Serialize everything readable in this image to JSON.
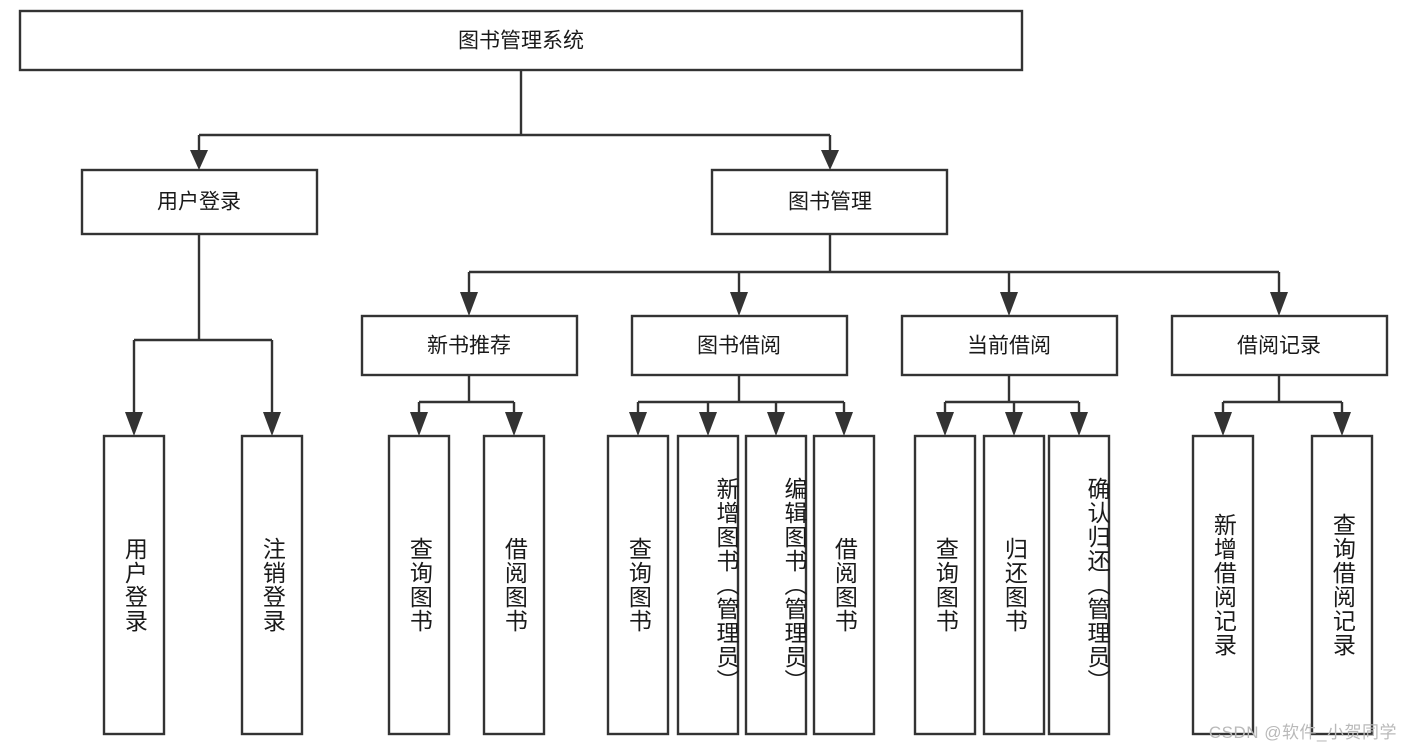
{
  "diagram": {
    "type": "tree-hierarchy-chart",
    "title": "图书管理系统",
    "watermark": "CSDN @软件_小贺同学",
    "colors": {
      "box_stroke": "#333333",
      "box_fill": "#ffffff",
      "text": "#1a1a1a",
      "background": "#ffffff",
      "watermark": "#b9b9b9"
    },
    "root": {
      "label": "图书管理系统"
    },
    "level2": [
      {
        "label": "用户登录"
      },
      {
        "label": "图书管理"
      }
    ],
    "level3": [
      {
        "label": "新书推荐"
      },
      {
        "label": "图书借阅"
      },
      {
        "label": "当前借阅"
      },
      {
        "label": "借阅记录"
      }
    ],
    "leaves": {
      "user_login": [
        {
          "label": "用户登录"
        },
        {
          "label": "注销登录"
        }
      ],
      "new_book_recommend": [
        {
          "label": "查询图书"
        },
        {
          "label": "借阅图书"
        }
      ],
      "book_borrow": [
        {
          "label": "查询图书"
        },
        {
          "label": "新增图书（管理员）"
        },
        {
          "label": "编辑图书（管理员）"
        },
        {
          "label": "借阅图书"
        }
      ],
      "current_borrow": [
        {
          "label": "查询图书"
        },
        {
          "label": "归还图书"
        },
        {
          "label": "确认归还（管理员）"
        }
      ],
      "borrow_record": [
        {
          "label": "新增借阅记录"
        },
        {
          "label": "查询借阅记录"
        }
      ]
    }
  }
}
